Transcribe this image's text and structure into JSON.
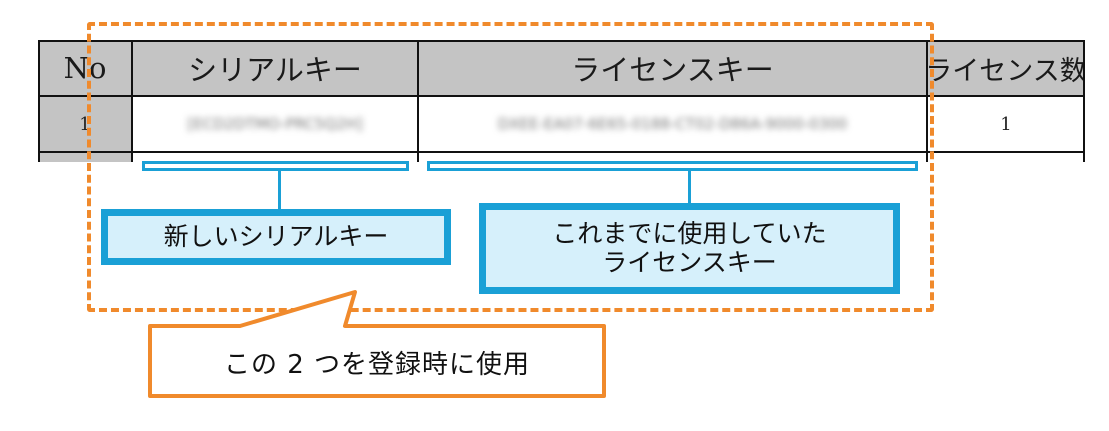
{
  "table": {
    "headers": [
      "No",
      "シリアルキー",
      "ライセンスキー",
      "ライセンス数"
    ],
    "rows": [
      {
        "no": "1",
        "serial_key": "[ECD2DTMO-PRC5Q2H]",
        "license_key": "DXEE-EA07-6E65-0188-CT02-D86A-9000-0300",
        "license_count": "1"
      }
    ]
  },
  "annotations": {
    "serial_label": "新しいシリアルキー",
    "license_label_line1": "これまでに使用していた",
    "license_label_line2": "ライセンスキー",
    "callout": "この 2 つを登録時に使用"
  },
  "colors": {
    "accent_orange": "#f08a2c",
    "accent_blue": "#1aa0d6",
    "label_fill": "#d6f0fb",
    "header_gray": "#c4c4c4"
  }
}
